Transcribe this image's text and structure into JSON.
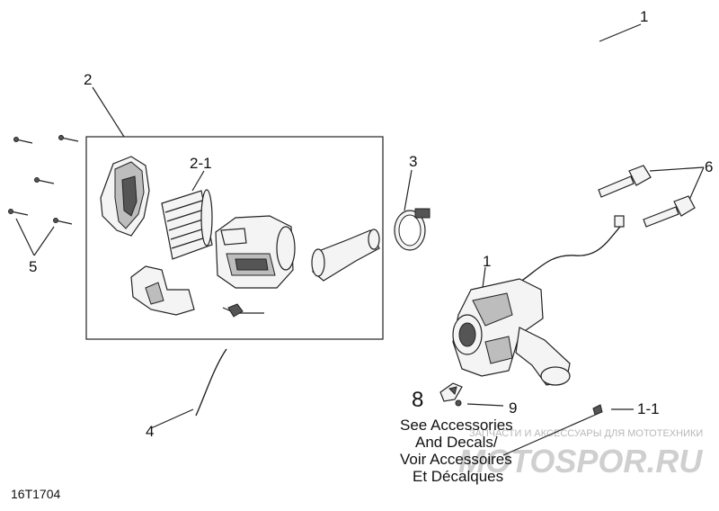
{
  "callouts": {
    "c1_top": "1",
    "c2": "2",
    "c2_1": "2-1",
    "c3": "3",
    "c6": "6",
    "c1_mid": "1",
    "c5": "5",
    "c8": "8",
    "c9": "9",
    "c1_1": "1-1",
    "c4": "4"
  },
  "note_lines": [
    "See Accessories",
    "And Decals/",
    "Voir Accessoires",
    "Et Décalques"
  ],
  "figure_id": "16T1704",
  "watermark": {
    "top_text": "ЗАПЧАСТИ И АКСЕССУАРЫ ДЛЯ МОТОТЕХНИКИ",
    "logo_text": "MOTOSPOR.RU"
  }
}
